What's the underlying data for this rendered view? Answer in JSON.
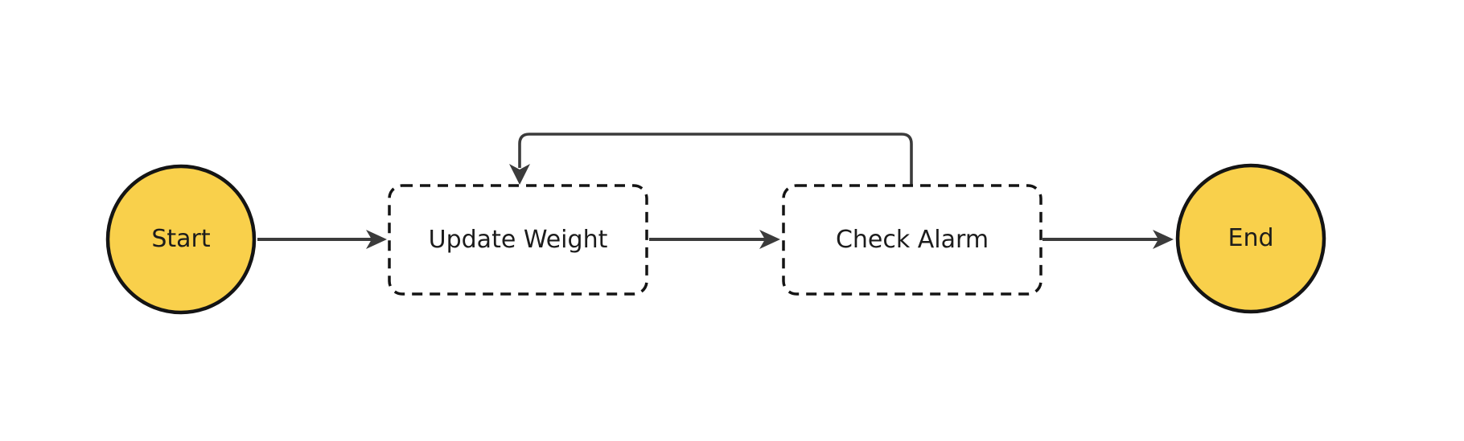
{
  "diagram": {
    "type": "flowchart",
    "direction": "left-to-right",
    "nodes": [
      {
        "id": "start",
        "label": "Start",
        "shape": "circle"
      },
      {
        "id": "update_weight",
        "label": "Update Weight",
        "shape": "dashed-rounded-rect"
      },
      {
        "id": "check_alarm",
        "label": "Check Alarm",
        "shape": "dashed-rounded-rect"
      },
      {
        "id": "end",
        "label": "End",
        "shape": "circle"
      }
    ],
    "edges": [
      {
        "from": "start",
        "to": "update_weight",
        "style": "solid-arrow"
      },
      {
        "from": "update_weight",
        "to": "check_alarm",
        "style": "solid-arrow"
      },
      {
        "from": "check_alarm",
        "to": "update_weight",
        "style": "solid-arrow",
        "note": "feedback loop over the top"
      },
      {
        "from": "check_alarm",
        "to": "end",
        "style": "solid-arrow"
      }
    ],
    "colors": {
      "background": "#FFFFFF",
      "node_fill": "#F9D04B",
      "node_stroke": "#141414",
      "box_fill": "#FFFFFF",
      "box_stroke": "#141414",
      "edge_stroke": "#3B3B3B",
      "text": "#1C1C1C"
    }
  }
}
